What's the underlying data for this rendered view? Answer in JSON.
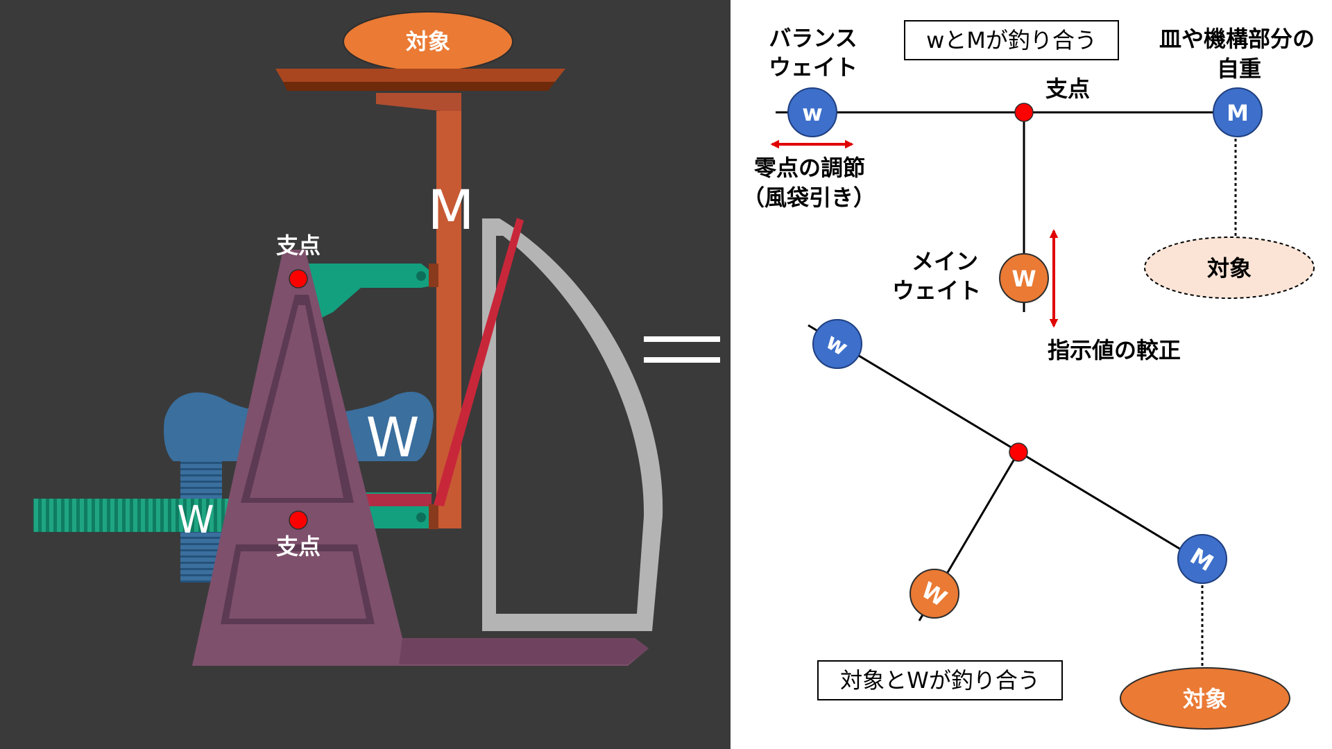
{
  "left_panel": {
    "object_label": "対象",
    "mass_label_M": "M",
    "weight_label_W_large": "W",
    "weight_label_W_small": "W",
    "fulcrum_upper_label": "支点",
    "fulcrum_lower_label": "支点",
    "equals_sign": "="
  },
  "top_diagram": {
    "balance_weight_label_line1": "バランス",
    "balance_weight_label_line2": "ウェイト",
    "balance_box_text": "wとMが釣り合う",
    "self_weight_label_line1": "皿や機構部分の",
    "self_weight_label_line2": "自重",
    "fulcrum_label": "支点",
    "w_ball_label": "w",
    "M_ball_label": "M",
    "W_ball_label": "W",
    "zero_adjust_line1": "零点の調節",
    "zero_adjust_line2": "（風袋引き）",
    "main_weight_line1": "メイン",
    "main_weight_line2": "ウェイト",
    "object_label": "対象",
    "calibration_label": "指示値の較正"
  },
  "bottom_diagram": {
    "w_ball_label": "w",
    "W_ball_label": "W",
    "M_ball_label": "M",
    "balance_box_text": "対象とWが釣り合う",
    "object_label": "対象"
  },
  "colors": {
    "left_background": "#3a3a3a",
    "object_orange": "#ea7a34",
    "tray_brown": "#8b3510",
    "frame_purple": "#7e506c",
    "weight_blue": "#3a6f9e",
    "arm_green": "#13a07f",
    "screw_green": "#1fa582",
    "pointer_red": "#c8273a",
    "scale_gray": "#b4b4b4",
    "fulcrum_red": "#ff0000",
    "ball_blue": "#3d6fcb",
    "ball_orange": "#ea7a34",
    "arrow_red": "#e00000",
    "pale_object": "#fbe4d6"
  }
}
